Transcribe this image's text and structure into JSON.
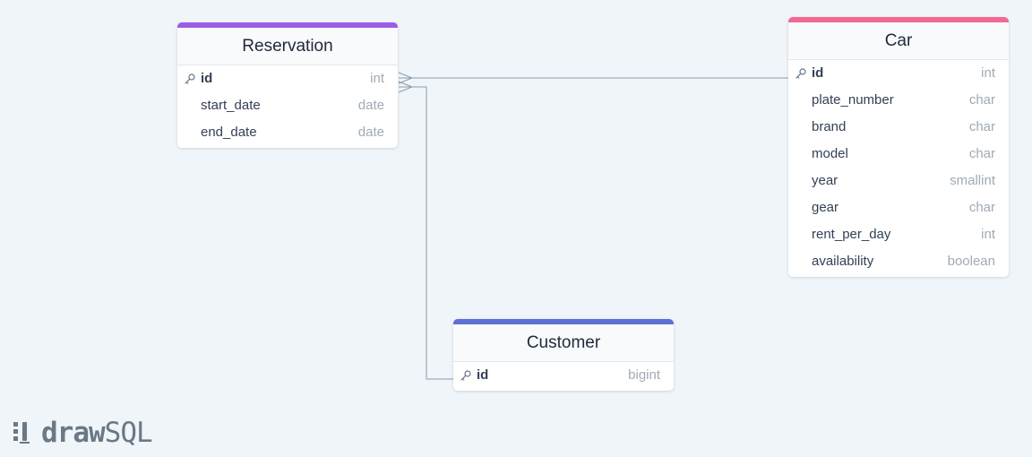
{
  "tables": [
    {
      "name": "Reservation",
      "accent": "#9b5de5",
      "columns": [
        {
          "name": "id",
          "type": "int",
          "pk": true
        },
        {
          "name": "start_date",
          "type": "date",
          "pk": false
        },
        {
          "name": "end_date",
          "type": "date",
          "pk": false
        }
      ]
    },
    {
      "name": "Car",
      "accent": "#f06a93",
      "columns": [
        {
          "name": "id",
          "type": "int",
          "pk": true
        },
        {
          "name": "plate_number",
          "type": "char",
          "pk": false
        },
        {
          "name": "brand",
          "type": "char",
          "pk": false
        },
        {
          "name": "model",
          "type": "char",
          "pk": false
        },
        {
          "name": "year",
          "type": "smallint",
          "pk": false
        },
        {
          "name": "gear",
          "type": "char",
          "pk": false
        },
        {
          "name": "rent_per_day",
          "type": "int",
          "pk": false
        },
        {
          "name": "availability",
          "type": "boolean",
          "pk": false
        }
      ]
    },
    {
      "name": "Customer",
      "accent": "#5b6fd6",
      "columns": [
        {
          "name": "id",
          "type": "bigint",
          "pk": true
        }
      ]
    }
  ],
  "relations": [
    {
      "from_table": "Reservation",
      "from_column": "id",
      "to_table": "Car",
      "to_column": "id",
      "from_end": "many",
      "to_end": "one"
    },
    {
      "from_table": "Reservation",
      "from_column": "id",
      "to_table": "Customer",
      "to_column": "id",
      "from_end": "many",
      "to_end": "one"
    }
  ],
  "connector_color": "#8a9bb0",
  "brand": {
    "bold": "draw",
    "light": "SQL"
  }
}
